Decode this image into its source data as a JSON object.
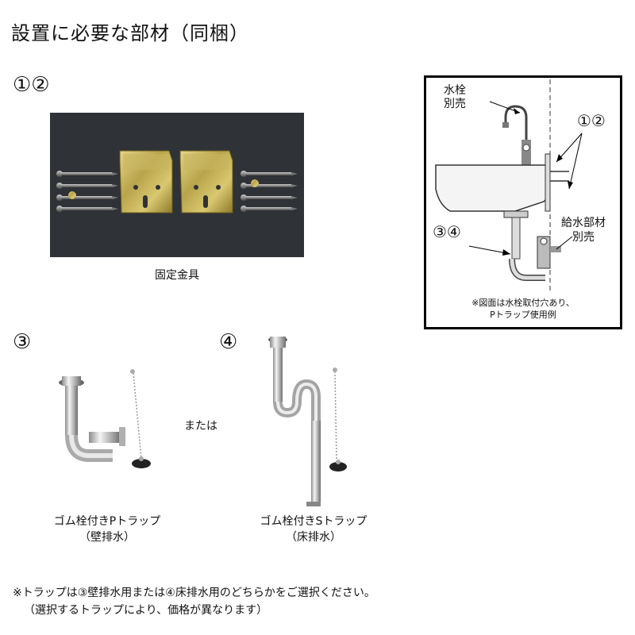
{
  "page_title": "設置に必要な部材（同梱）",
  "section_12": {
    "number_label": "①②",
    "caption": "固定金具"
  },
  "diagram": {
    "label_faucet": [
      "水栓",
      "別売"
    ],
    "label_12": "①②",
    "label_34": "③④",
    "label_supply": [
      "給水部材",
      "別売"
    ],
    "note": [
      "※図面は水栓取付穴あり、",
      "Pトラップ使用例"
    ]
  },
  "section_3": {
    "number_label": "③",
    "caption_main": "ゴム栓付きPトラップ",
    "caption_sub": "（壁排水）"
  },
  "or_text": "または",
  "section_4": {
    "number_label": "④",
    "caption_main": "ゴム栓付きSトラップ",
    "caption_sub": "（床排水）"
  },
  "footer_note": {
    "line1": "※トラップは③壁排水用または④床排水用のどちらかをご選択ください。",
    "line2": "（選択するトラップにより、価格が異なります）"
  }
}
